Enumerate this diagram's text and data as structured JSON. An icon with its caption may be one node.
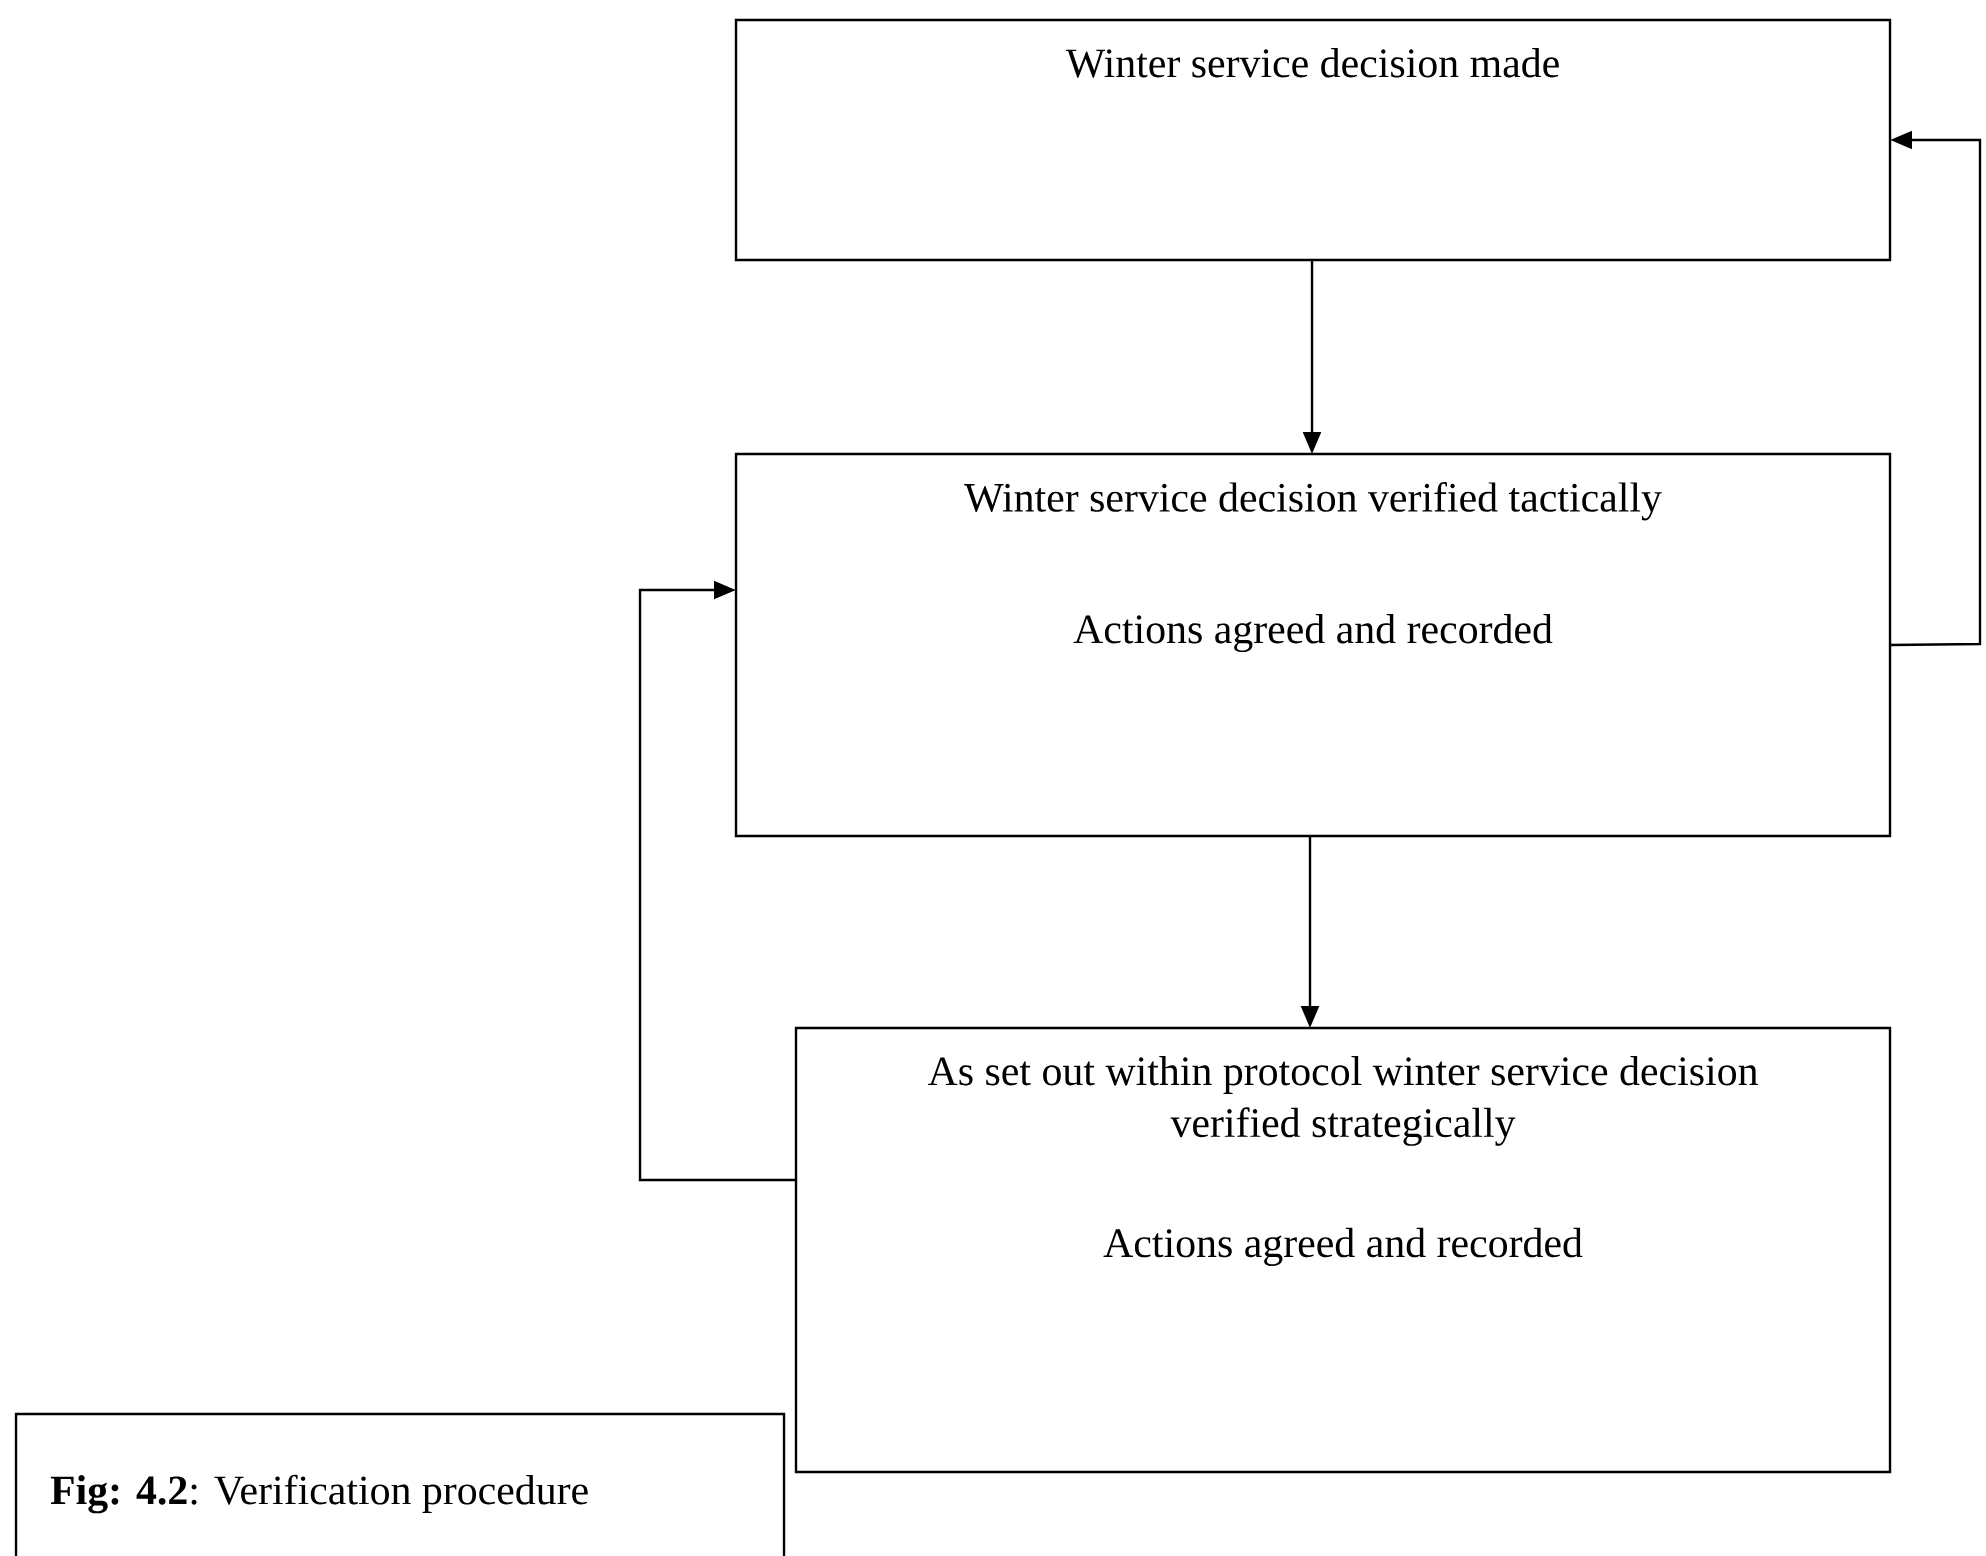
{
  "diagram": {
    "caption": "**Fig: 4.2**: Verification procedure",
    "nodes": [
      {
        "text": [
          "Winter service decision made"
        ]
      },
      {
        "text": [
          "Winter service decision verified tactically",
          "Actions agreed and recorded"
        ]
      },
      {
        "text": [
          "As set out within protocol winter service decision verified strategically",
          "Actions agreed and recorded"
        ]
      }
    ],
    "edges": [
      {
        "from": 0,
        "to": 1,
        "arrow": "to"
      },
      {
        "from": 1,
        "to": 2,
        "arrow": "to"
      },
      {
        "from": 1,
        "to": 0,
        "arrow": "to"
      },
      {
        "from": 2,
        "to": 1,
        "arrow": "to"
      }
    ]
  }
}
